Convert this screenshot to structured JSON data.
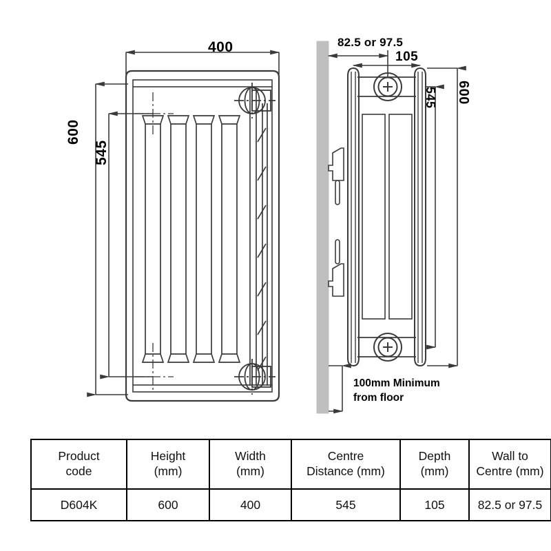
{
  "drawing": {
    "title": "Radiator dimensional drawing",
    "front_view": {
      "name": "front-elevation",
      "width_label": "400",
      "overall_height_label": "600",
      "centre_distance_label": "545"
    },
    "side_view": {
      "name": "side-elevation",
      "wall_to_centre_label": "82.5 or 97.5",
      "depth_label": "105",
      "centre_distance_label": "545",
      "overall_height_label": "600",
      "floor_note_line1": "100mm Minimum",
      "floor_note_line2": "from floor"
    }
  },
  "table": {
    "headers": [
      {
        "line1": "Product",
        "line2": "code"
      },
      {
        "line1": "Height",
        "line2": "(mm)"
      },
      {
        "line1": "Width",
        "line2": "(mm)"
      },
      {
        "line1": "Centre",
        "line2": "Distance (mm)"
      },
      {
        "line1": "Depth",
        "line2": "(mm)"
      },
      {
        "line1": "Wall to",
        "line2": "Centre (mm)"
      }
    ],
    "rows": [
      {
        "product_code": "D604K",
        "height": "600",
        "width": "400",
        "centre_distance": "545",
        "depth": "105",
        "wall_to_centre": "82.5 or 97.5"
      }
    ]
  },
  "colors": {
    "line": "#3a3a3a",
    "ink": "#000000",
    "wall_fill": "#bfbfbf",
    "background": "#ffffff"
  }
}
